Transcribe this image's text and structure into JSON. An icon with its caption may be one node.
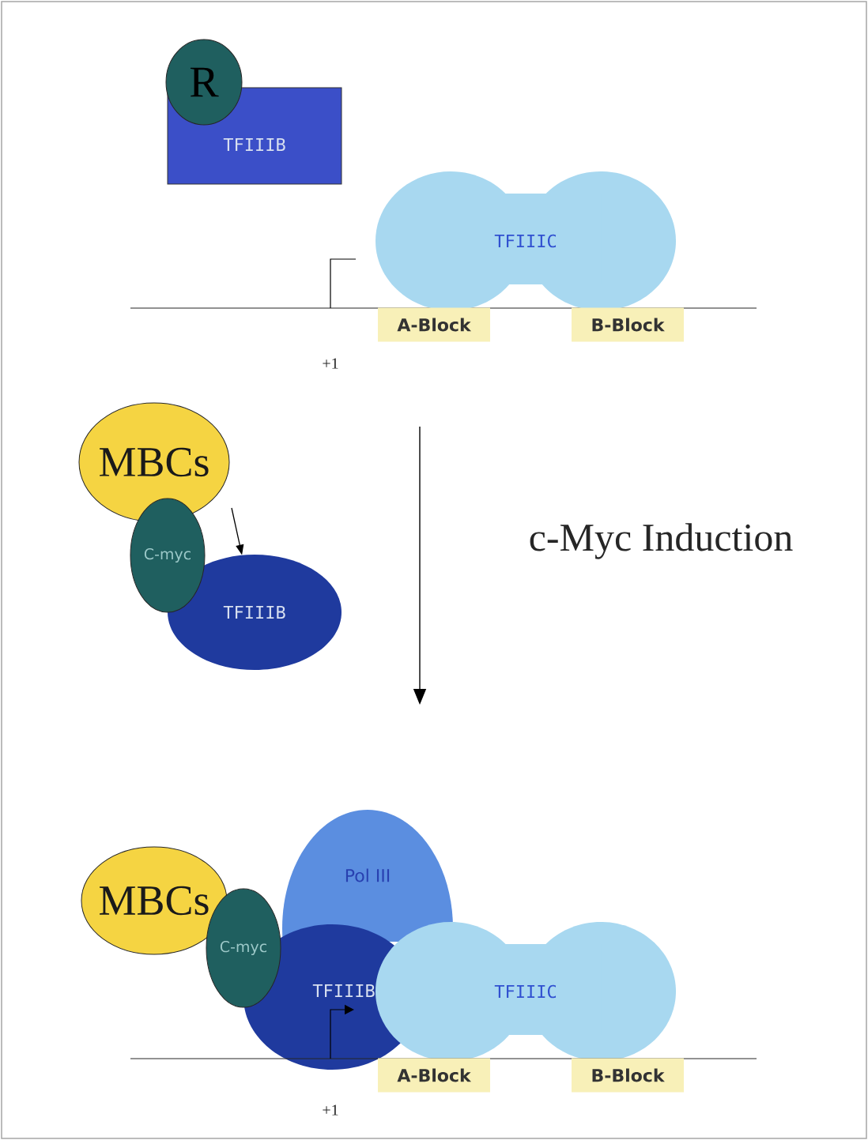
{
  "diagram": {
    "nodes": [
      {
        "text": [
          "TFIIIB"
        ]
      },
      {
        "text": [
          "R"
        ]
      },
      {
        "text": [
          "TFIIIC"
        ]
      },
      {
        "text": [
          "A-Block"
        ]
      },
      {
        "text": [
          "B-Block"
        ]
      },
      {
        "text": [
          "MBCs"
        ]
      },
      {
        "text": [
          "C-myc"
        ]
      },
      {
        "text": [
          "TFIIIB"
        ]
      },
      {
        "text": [
          "MBCs"
        ]
      },
      {
        "text": [
          "C-myc"
        ]
      },
      {
        "text": [
          "Pol III"
        ]
      },
      {
        "text": [
          "TFIIIB"
        ]
      },
      {
        "text": [
          "TFIIIC"
        ]
      },
      {
        "text": [
          "A-Block"
        ]
      },
      {
        "text": [
          "B-Block"
        ]
      }
    ],
    "edges": [
      {
        "from": null,
        "to": 7,
        "arrow": "to"
      }
    ],
    "labels": [
      "+1",
      "c-Myc Induction",
      "+1"
    ]
  }
}
